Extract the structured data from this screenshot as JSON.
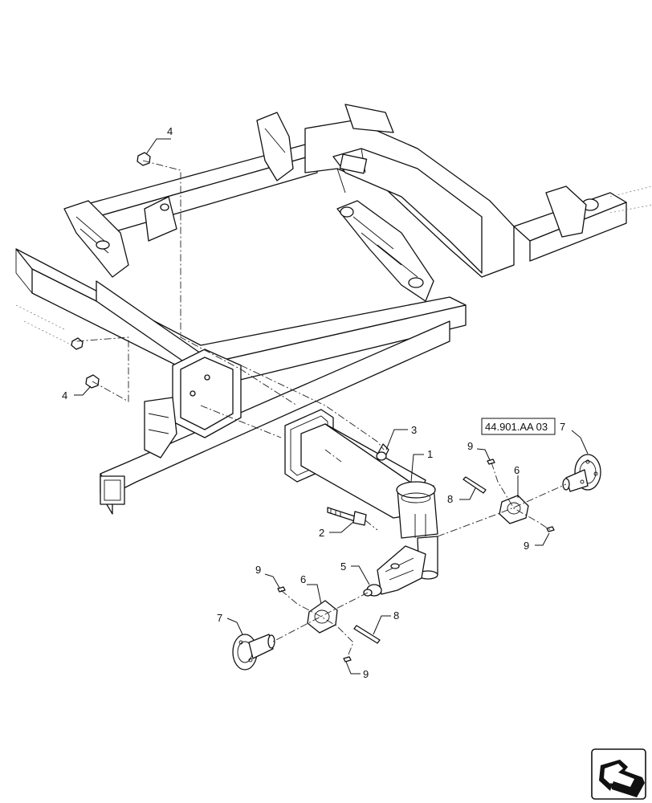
{
  "reference_box": {
    "text": "44.901.AA 03"
  },
  "callouts": {
    "c1": "1",
    "c2": "2",
    "c3": "3",
    "c4_top": "4",
    "c4_left": "4",
    "c5": "5",
    "c6_right": "6",
    "c6_left": "6",
    "c7_right": "7",
    "c7_left": "7",
    "c8_right": "8",
    "c8_left": "8",
    "c9_top": "9",
    "c9_right": "9",
    "c9_left_top": "9",
    "c9_left_bottom": "9"
  },
  "icons": {
    "corner": "navigation-arrow-icon"
  }
}
